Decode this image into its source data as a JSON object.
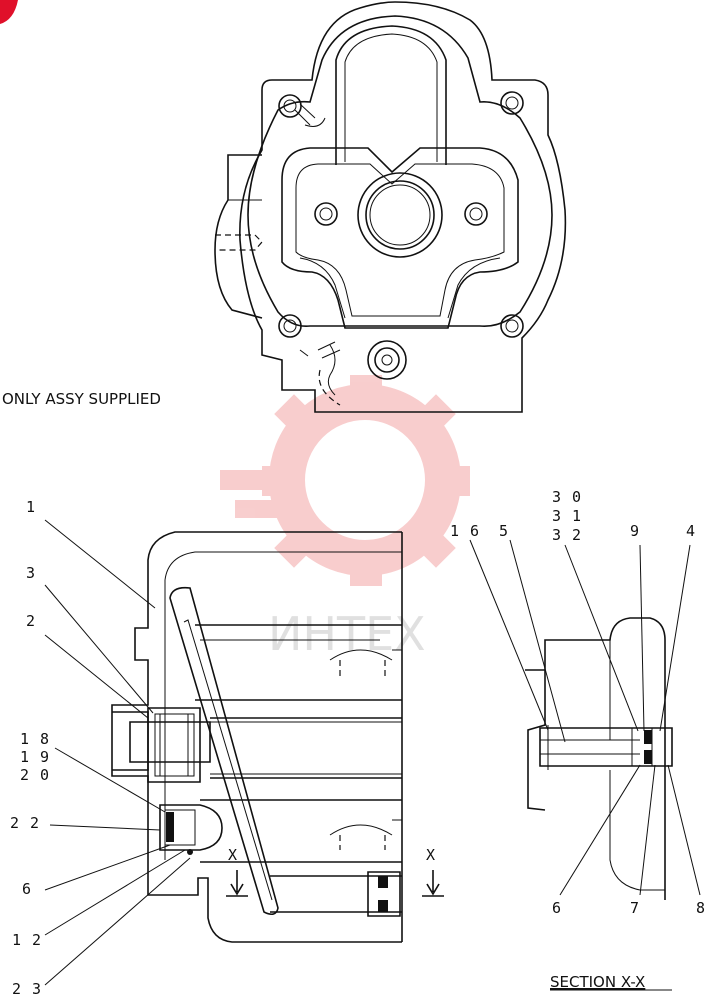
{
  "top_note": "ONLY ASSY SUPPLIED",
  "section_caption": "SECTION  X-X",
  "section_marker": "X",
  "watermark_text": "ИНТЕХ",
  "colors": {
    "line": "#111111",
    "watermark": "#e02020",
    "background": "#ffffff"
  },
  "callouts_left": {
    "c1": "1",
    "c3": "3",
    "c2": "2",
    "c18": "1 8",
    "c19": "1 9",
    "c20": "2 0",
    "c22": "2 2",
    "c6": "6",
    "c12": "1 2",
    "c23": "2 3"
  },
  "callouts_right": {
    "c30": "3 0",
    "c31": "3 1",
    "c32": "3 2",
    "c16": "1 6",
    "c5": "5",
    "c9": "9",
    "c4": "4",
    "c6": "6",
    "c7": "7",
    "c8": "8"
  }
}
